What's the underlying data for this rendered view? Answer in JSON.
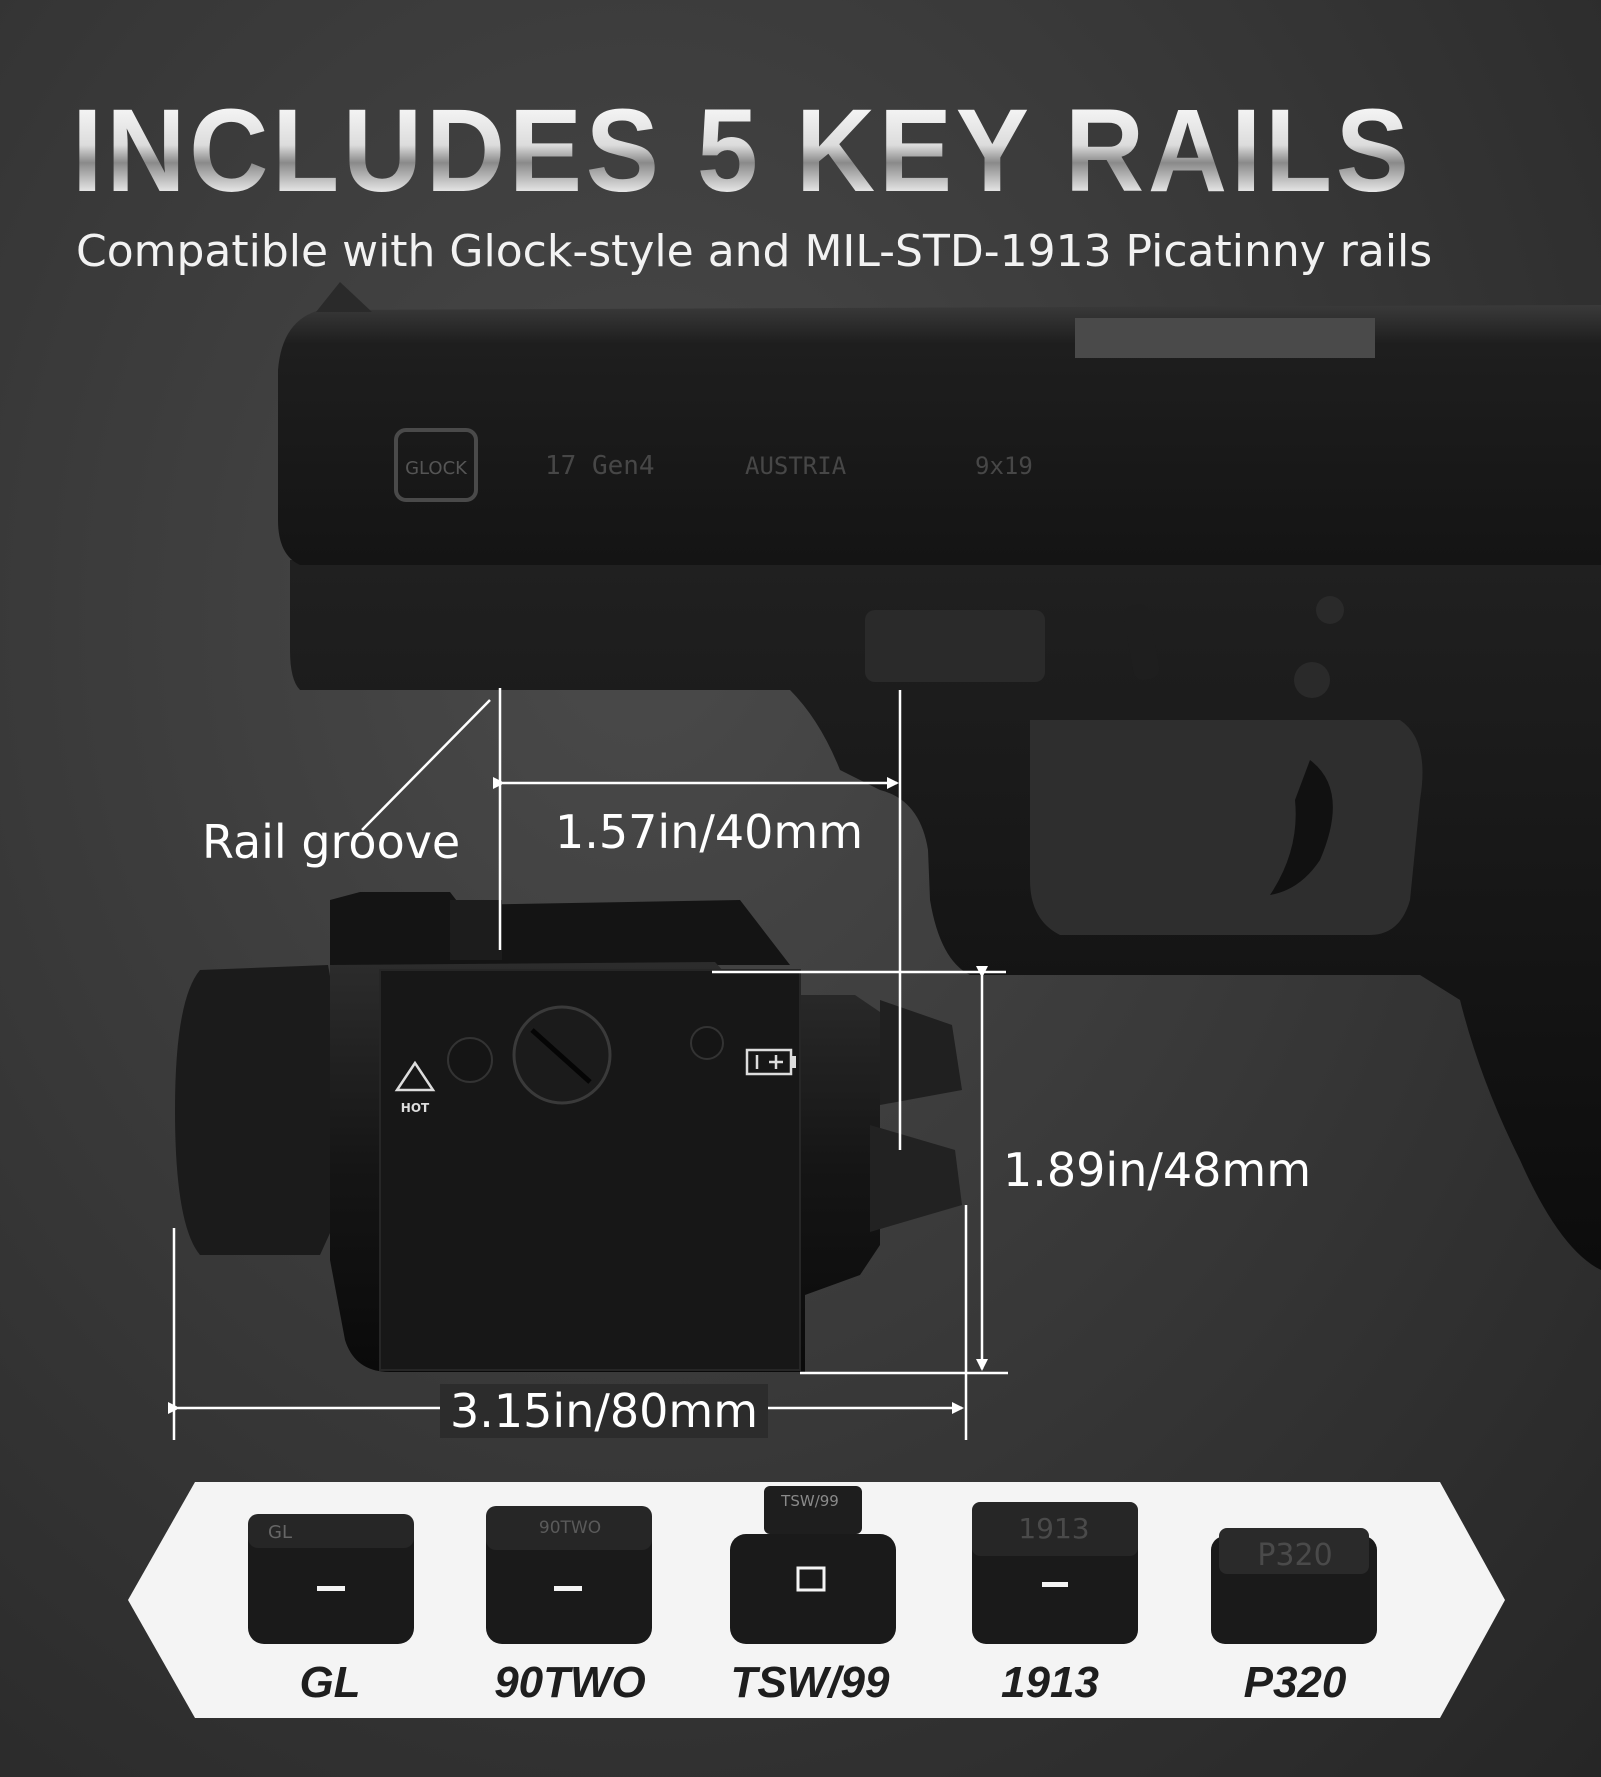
{
  "header": {
    "title": "INCLUDES 5 KEY RAILS",
    "subtitle": "Compatible with Glock-style and MIL-STD-1913 Picatinny rails"
  },
  "pistol_markings": {
    "logo": "GLOCK",
    "model": "17 Gen4",
    "origin": "AUSTRIA",
    "caliber": "9x19"
  },
  "light_markings": {
    "hot_label": "HOT"
  },
  "dimensions": {
    "rail_groove_label": "Rail groove",
    "groove_spacing": "1.57in/40mm",
    "height": "1.89in/48mm",
    "length": "3.15in/80mm"
  },
  "rails": [
    {
      "name": "GL",
      "engraving": "GL"
    },
    {
      "name": "90TWO",
      "engraving": "90TWO"
    },
    {
      "name": "TSW/99",
      "engraving": "TSW/99"
    },
    {
      "name": "1913",
      "engraving": "1913"
    },
    {
      "name": "P320",
      "engraving": "P320"
    }
  ],
  "colors": {
    "background": "#333333",
    "banner": "#f4f4f4",
    "rail_block": "#1a1a1a",
    "text": "#ffffff"
  }
}
